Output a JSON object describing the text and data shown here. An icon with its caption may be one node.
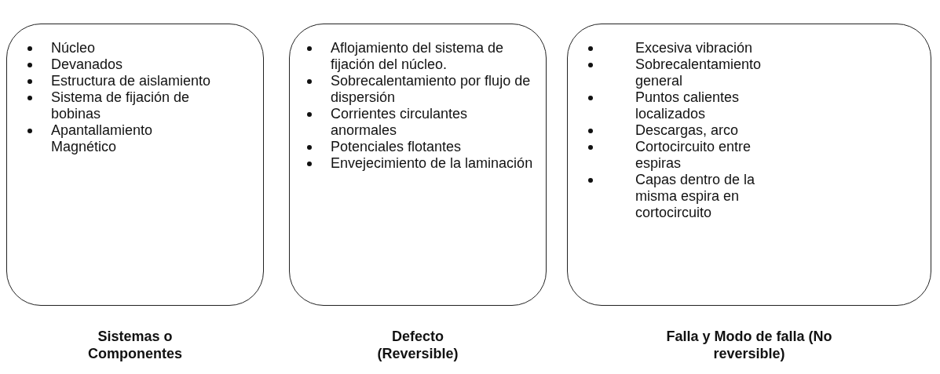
{
  "diagram": {
    "nodes": [
      {
        "text": [
          "Núcleo",
          "Devanados",
          "Estructura de aislamiento",
          "Sistema de fijación de bobinas",
          "Apantallamiento Magnético"
        ],
        "beside": [
          "Sistemas o Componentes"
        ]
      },
      {
        "text": [
          "Aflojamiento del sistema de fijación del núcleo.",
          "Sobrecalentamiento por flujo de dispersión",
          "Corrientes circulantes anormales",
          "Potenciales flotantes",
          "Envejecimiento de la laminación"
        ],
        "beside": [
          "Defecto (Reversible)"
        ]
      },
      {
        "text": [
          "Excesiva vibración",
          "Sobrecalentamiento general",
          "Puntos calientes localizados",
          "Descargas, arco",
          "Cortocircuito entre espiras",
          "Capas dentro de la misma espira en cortocircuito"
        ],
        "beside": [
          "Falla y Modo de falla (No reversible)"
        ]
      }
    ]
  }
}
